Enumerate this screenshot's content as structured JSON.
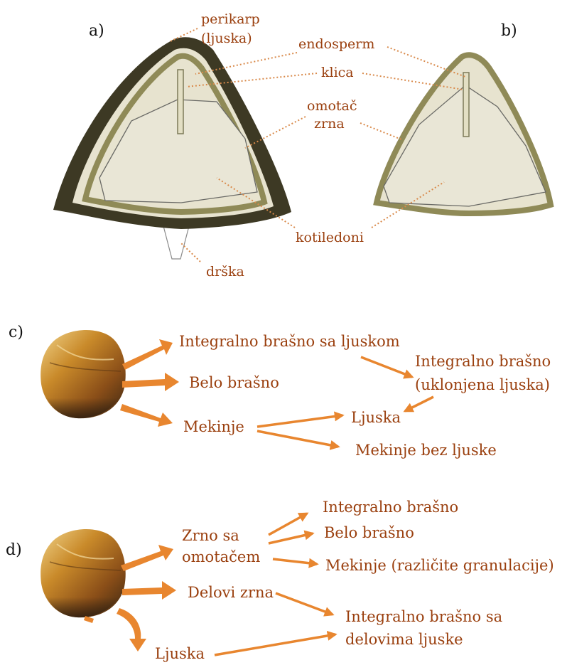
{
  "panels": {
    "a": "a)",
    "b": "b)",
    "c": "c)",
    "d": "d)"
  },
  "seed_labels": {
    "perikarp": "perikarp",
    "ljuska_paren": "(ljuska)",
    "endosperm": "endosperm",
    "klica": "klica",
    "omotac_1": "omotač",
    "omotac_2": "zrna",
    "kotiledoni": "kotiledoni",
    "drska": "drška"
  },
  "flow_c": {
    "integralno_sa_ljuskom": "Integralno brašno sa ljuskom",
    "integralno_1": "Integralno brašno",
    "integralno_2": "(uklonjena ljuska)",
    "belo": "Belo brašno",
    "mekinje": "Mekinje",
    "ljuska": "Ljuska",
    "mekinje_bez": "Mekinje bez ljuske"
  },
  "flow_d": {
    "zrno_1": "Zrno sa",
    "zrno_2": "omotačem",
    "integralno": "Integralno brašno",
    "belo": "Belo brašno",
    "mekinje_gran": "Mekinje (različite granulacije)",
    "delovi": "Delovi zrna",
    "integralno_delovi_1": "Integralno brašno sa",
    "integralno_delovi_2": "delovima ljuske",
    "ljuska": "Ljuska"
  },
  "colors": {
    "pericarp": "#3d3924",
    "seed_coat": "#8f8a57",
    "inner": "#e9e6d6",
    "label": "#9a3f0e",
    "arrow": "#e8862f"
  }
}
